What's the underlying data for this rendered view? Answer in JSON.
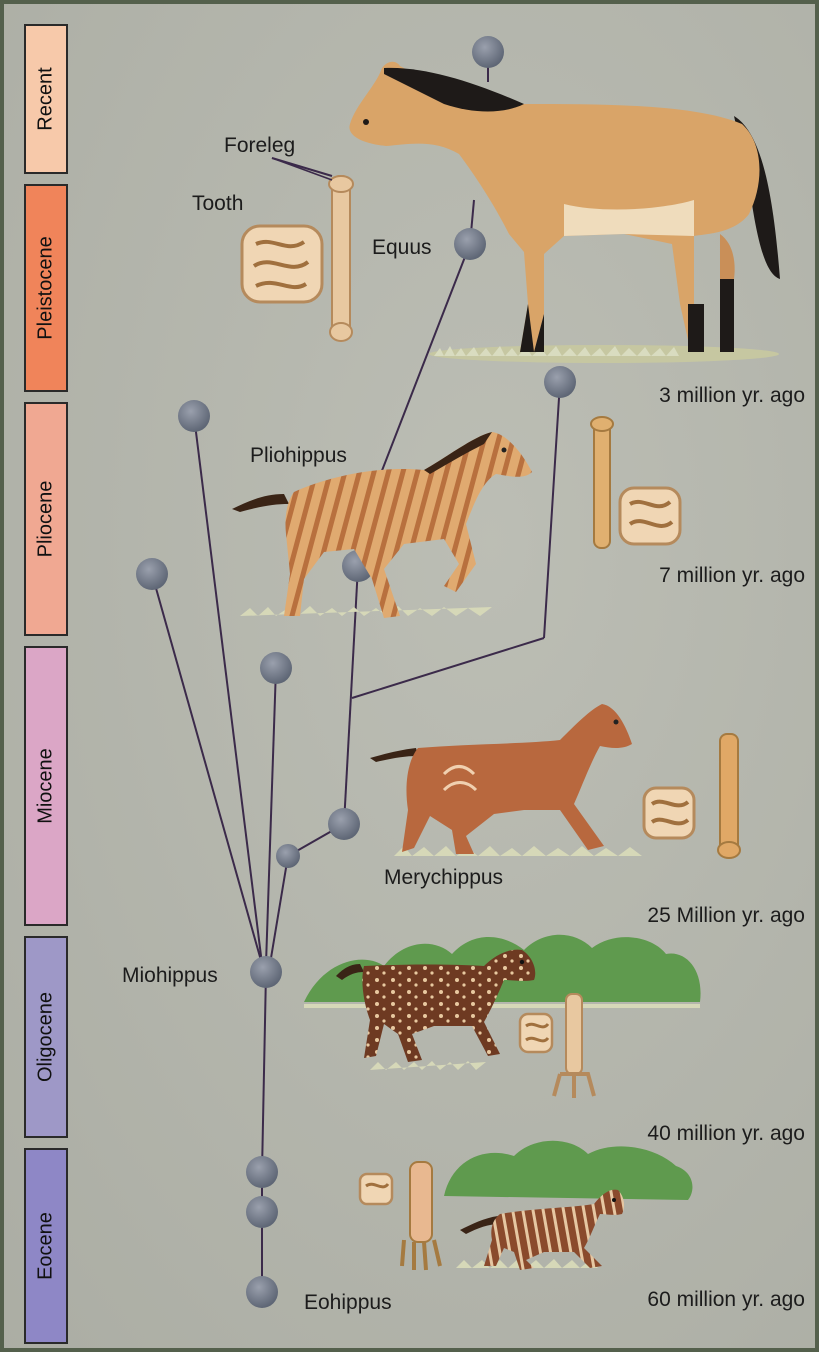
{
  "eras": [
    {
      "label": "Recent",
      "color": "#f7c9aa"
    },
    {
      "label": "Pleistocene",
      "color": "#f0845a"
    },
    {
      "label": "Pliocene",
      "color": "#f0a892"
    },
    {
      "label": "Miocene",
      "color": "#dba6c6"
    },
    {
      "label": "Oligocene",
      "color": "#9e98c7"
    },
    {
      "label": "Eocene",
      "color": "#8e87c6"
    }
  ],
  "labels": {
    "foreleg": "Foreleg",
    "tooth": "Tooth",
    "equus": "Equus",
    "pliohippus": "Pliohippus",
    "merychippus": "Merychippus",
    "miohippus": "Miohippus",
    "eohippus": "Eohippus"
  },
  "times": {
    "t3": "3 million yr. ago",
    "t7": "7 million yr. ago",
    "t25": "25 Million yr. ago",
    "t40": "40 million yr. ago",
    "t60": "60 million yr. ago"
  },
  "colors": {
    "node": "#6d7584",
    "branch": "#3b2a4a",
    "coat_equus": "#d9a468",
    "coat_pliohippus": "#e0aa70",
    "coat_merychippus": "#b8683e",
    "coat_miohippus": "#6e3a22",
    "coat_eohippus": "#7a3d26",
    "foliage": "#5f9a4e"
  }
}
